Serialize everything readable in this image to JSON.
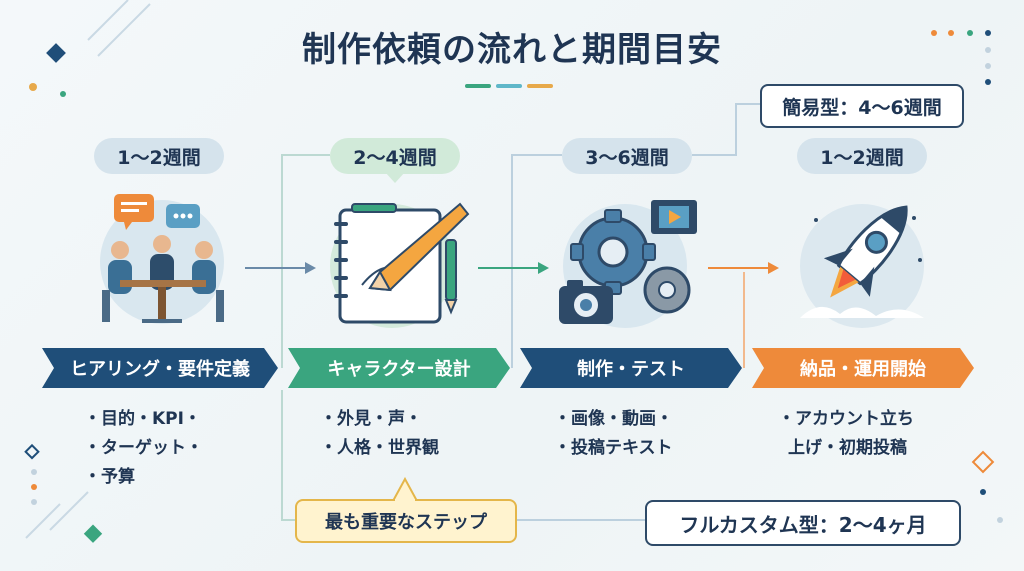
{
  "title": "制作依頼の流れと期間目安",
  "colors": {
    "navy": "#1f4e79",
    "green": "#3aa57f",
    "orange": "#ee8a3a",
    "light_blue": "#d5e3ec",
    "light_green": "#d1ead9"
  },
  "steps": [
    {
      "duration": "1〜2週間",
      "label": "ヒアリング・要件定義",
      "icon": "meeting-icon",
      "bullets": [
        "・目的・KPI・",
        "・ターゲット・",
        "・予算"
      ]
    },
    {
      "duration": "2〜4週間",
      "label": "キャラクター設計",
      "icon": "sketchbook-pencil-icon",
      "bullets": [
        "・外見・声・",
        "・人格・世界観"
      ]
    },
    {
      "duration": "3〜6週間",
      "label": "制作・テスト",
      "icon": "gears-camera-icon",
      "bullets": [
        "・画像・動画・",
        "・投稿テキスト"
      ]
    },
    {
      "duration": "1〜2週間",
      "label": "納品・運用開始",
      "icon": "rocket-icon",
      "bullets": [
        "・アカウント立ち",
        "上げ・初期投稿"
      ]
    }
  ],
  "simple_plan": "簡易型：4〜6週間",
  "full_custom_plan": "フルカスタム型：2〜4ヶ月",
  "key_step_note": "最も重要なステップ"
}
